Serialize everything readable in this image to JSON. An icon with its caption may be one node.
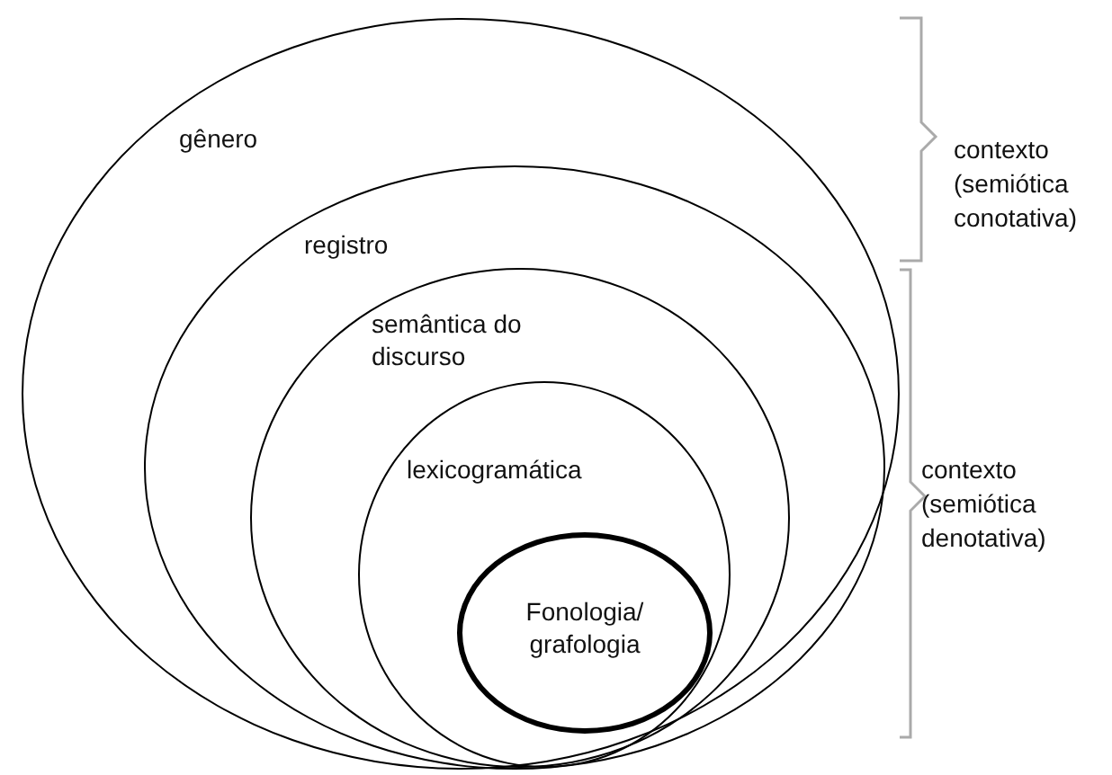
{
  "diagram": {
    "nodes": [
      {
        "text": [
          "gênero"
        ]
      },
      {
        "text": [
          "registro"
        ],
        "in": 0
      },
      {
        "text": [
          "semântica do discurso"
        ],
        "in": 1
      },
      {
        "text": [
          "lexicogramática"
        ],
        "in": 2
      },
      {
        "text": [
          "Fonologia/ grafologia"
        ],
        "in": 3
      }
    ],
    "labels": [
      "contexto (semiótica conotativa)",
      "contexto (semiótica denotativa)"
    ]
  }
}
